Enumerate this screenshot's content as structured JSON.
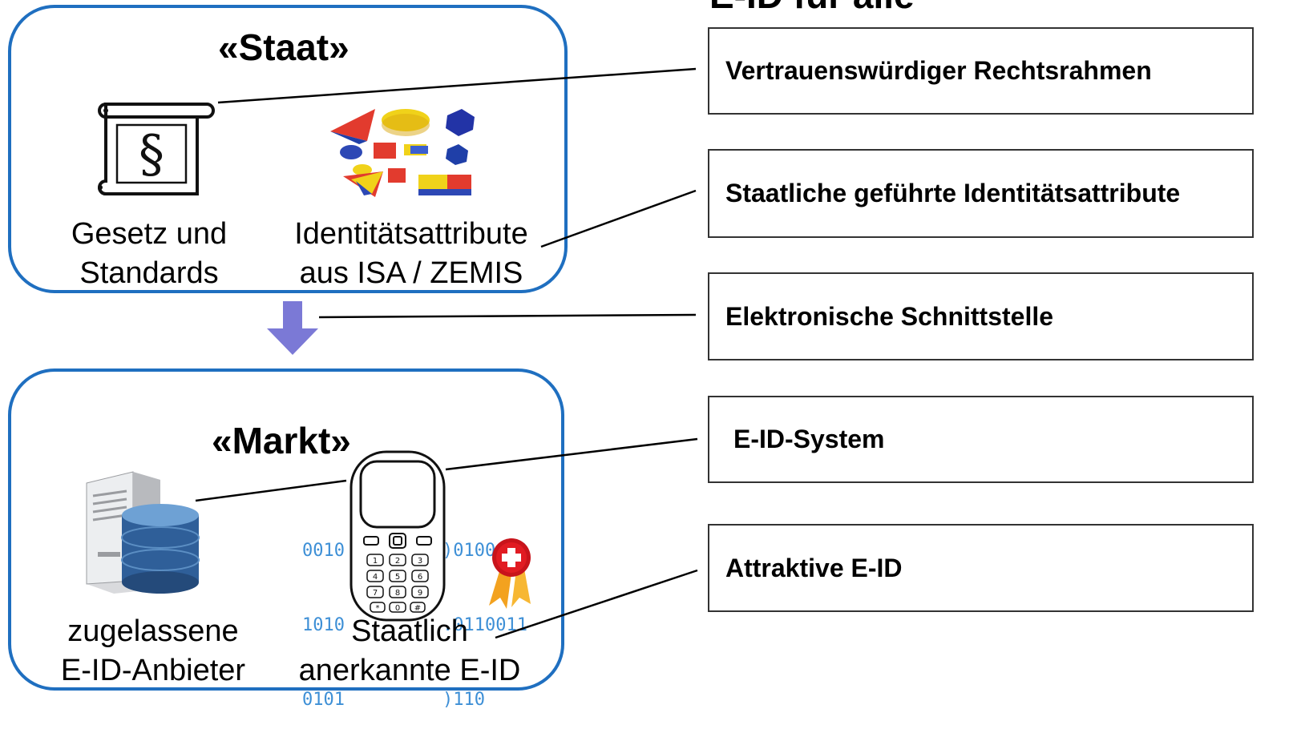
{
  "header_fragment": "E-ID für alle",
  "staat": {
    "title": "«Staat»",
    "law_label": [
      "Gesetz und",
      "Standards"
    ],
    "attributes_label": [
      "Identitätsattribute",
      "aus ISA / ZEMIS"
    ],
    "law_icon": "paragraph-scroll-icon",
    "attributes_icon": "colored-shapes-icon"
  },
  "markt": {
    "title": "«Markt»",
    "provider_label": [
      "zugelassene",
      "E-ID-Anbieter"
    ],
    "eid_label": [
      "Staatlich",
      "anerkannte E-ID"
    ],
    "provider_icon": "server-database-icon",
    "phone_icon": "mobile-phone-icon",
    "seal_icon": "swiss-seal-icon",
    "binary_left": [
      "0010",
      "1010",
      "0101"
    ],
    "binary_right": [
      ")0100010",
      ".0110011",
      ")110"
    ]
  },
  "callouts": [
    "Vertrauenswürdiger Rechtsrahmen",
    "Staatliche geführte Identitätsattribute",
    "Elektronische Schnittstelle",
    "E-ID-System",
    "Attraktive E-ID"
  ],
  "colors": {
    "group_border": "#1f6fc0",
    "arrow": "#7b79d6",
    "binary_text": "#3d8fd6"
  }
}
